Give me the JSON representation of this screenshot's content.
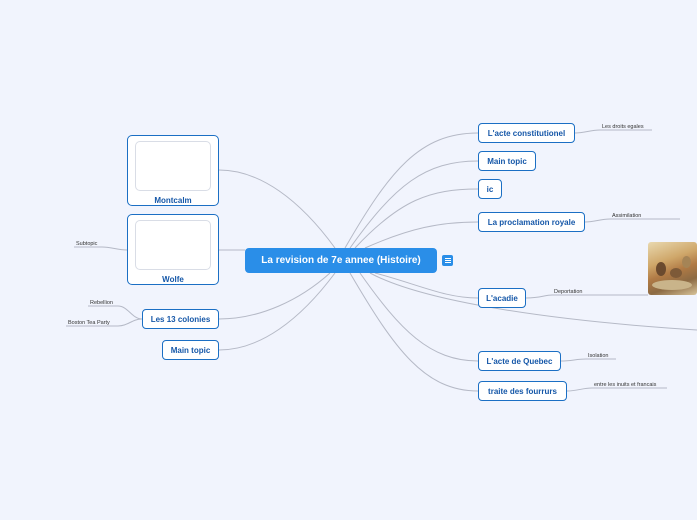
{
  "root": {
    "label": "La revision de 7e annee (Histoire)"
  },
  "left": {
    "montcalm": {
      "label": "Montcalm"
    },
    "wolfe": {
      "label": "Wolfe",
      "subtopics": [
        "Subtopic"
      ]
    },
    "colonies": {
      "label": "Les 13 colonies",
      "subtopics": [
        "Rebellion",
        "Boston Tea Party"
      ]
    },
    "main_topic": {
      "label": "Main topic"
    }
  },
  "right": [
    {
      "label": "L'acte constitutionel",
      "sub": "Les droits egales"
    },
    {
      "label": "Main topic",
      "sub": ""
    },
    {
      "label": "ic",
      "sub": ""
    },
    {
      "label": "La proclamation royale",
      "sub": "Assimilation"
    },
    {
      "label": "L'acadie",
      "sub": "Deportation"
    },
    {
      "label": "L'acte de Quebec",
      "sub": "Isolation"
    },
    {
      "label": "traite des fourrurs",
      "sub": "entre les inuits et francais"
    }
  ],
  "colors": {
    "background": "#f1f4fd",
    "root": "#2a8ee8",
    "border": "#1b6fc4",
    "text": "#1557a8",
    "line": "#b5b9c6"
  },
  "icons": {
    "collapse": "collapse-menu-icon",
    "image": "acadia-painting-image"
  }
}
